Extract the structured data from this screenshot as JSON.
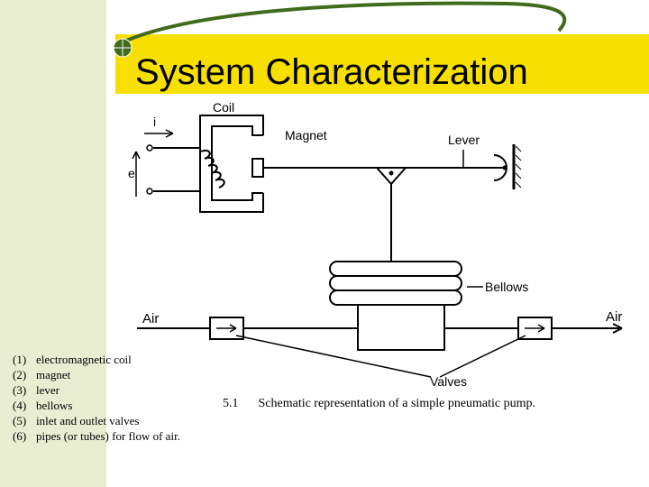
{
  "slide": {
    "title": "System Characterization",
    "background_color": "#ffffff",
    "title_bar_color": "#f7e000",
    "side_pattern_color": "#e9eed2"
  },
  "diagram": {
    "labels": {
      "coil": "Coil",
      "magnet": "Magnet",
      "lever": "Lever",
      "current": "i",
      "voltage": "e",
      "bellows": "Bellows",
      "air_in": "Air",
      "air_out": "Air",
      "valves": "Valves"
    },
    "legend": [
      {
        "num": "(1)",
        "text": "electromagnetic coil"
      },
      {
        "num": "(2)",
        "text": "magnet"
      },
      {
        "num": "(3)",
        "text": "lever"
      },
      {
        "num": "(4)",
        "text": "bellows"
      },
      {
        "num": "(5)",
        "text": "inlet and outlet valves"
      },
      {
        "num": "(6)",
        "text": "pipes (or tubes) for flow of air."
      }
    ],
    "caption": {
      "figure_number": "5.1",
      "text": "Schematic representation of a simple pneumatic pump."
    }
  }
}
